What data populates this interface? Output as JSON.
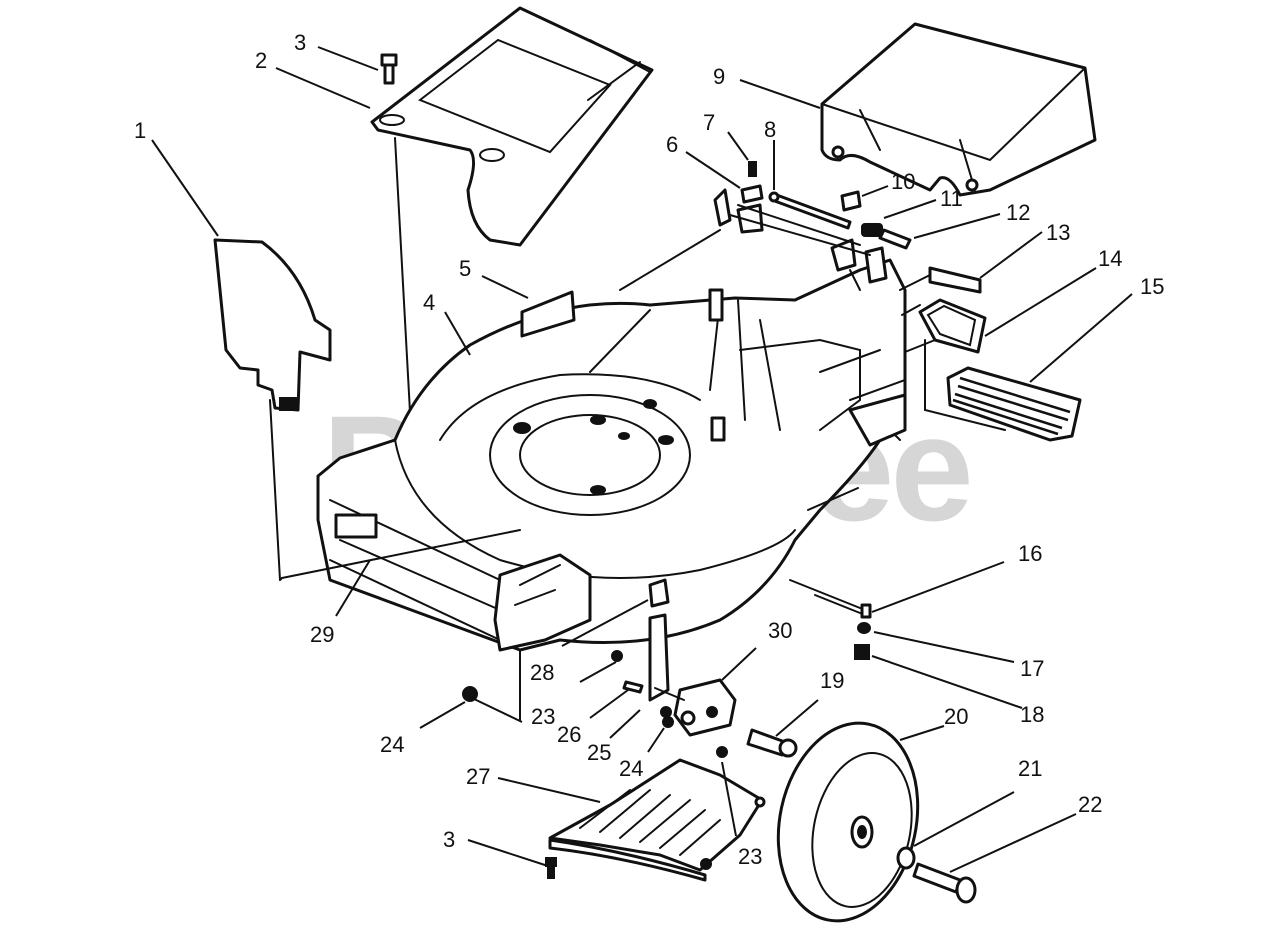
{
  "diagram": {
    "watermark": "PartsTree",
    "callouts": [
      {
        "id": "c1",
        "label": "1"
      },
      {
        "id": "c2",
        "label": "2"
      },
      {
        "id": "c3a",
        "label": "3"
      },
      {
        "id": "c3b",
        "label": "3"
      },
      {
        "id": "c4",
        "label": "4"
      },
      {
        "id": "c5",
        "label": "5"
      },
      {
        "id": "c6",
        "label": "6"
      },
      {
        "id": "c7",
        "label": "7"
      },
      {
        "id": "c8",
        "label": "8"
      },
      {
        "id": "c9",
        "label": "9"
      },
      {
        "id": "c10",
        "label": "10"
      },
      {
        "id": "c11",
        "label": "11"
      },
      {
        "id": "c12",
        "label": "12"
      },
      {
        "id": "c13",
        "label": "13"
      },
      {
        "id": "c14",
        "label": "14"
      },
      {
        "id": "c15",
        "label": "15"
      },
      {
        "id": "c16",
        "label": "16"
      },
      {
        "id": "c17",
        "label": "17"
      },
      {
        "id": "c18",
        "label": "18"
      },
      {
        "id": "c19",
        "label": "19"
      },
      {
        "id": "c20",
        "label": "20"
      },
      {
        "id": "c21",
        "label": "21"
      },
      {
        "id": "c22",
        "label": "22"
      },
      {
        "id": "c23a",
        "label": "23"
      },
      {
        "id": "c23b",
        "label": "23"
      },
      {
        "id": "c24a",
        "label": "24"
      },
      {
        "id": "c24b",
        "label": "24"
      },
      {
        "id": "c25",
        "label": "25"
      },
      {
        "id": "c26",
        "label": "26"
      },
      {
        "id": "c27",
        "label": "27"
      },
      {
        "id": "c28",
        "label": "28"
      },
      {
        "id": "c29",
        "label": "29"
      },
      {
        "id": "c30",
        "label": "30"
      }
    ]
  }
}
